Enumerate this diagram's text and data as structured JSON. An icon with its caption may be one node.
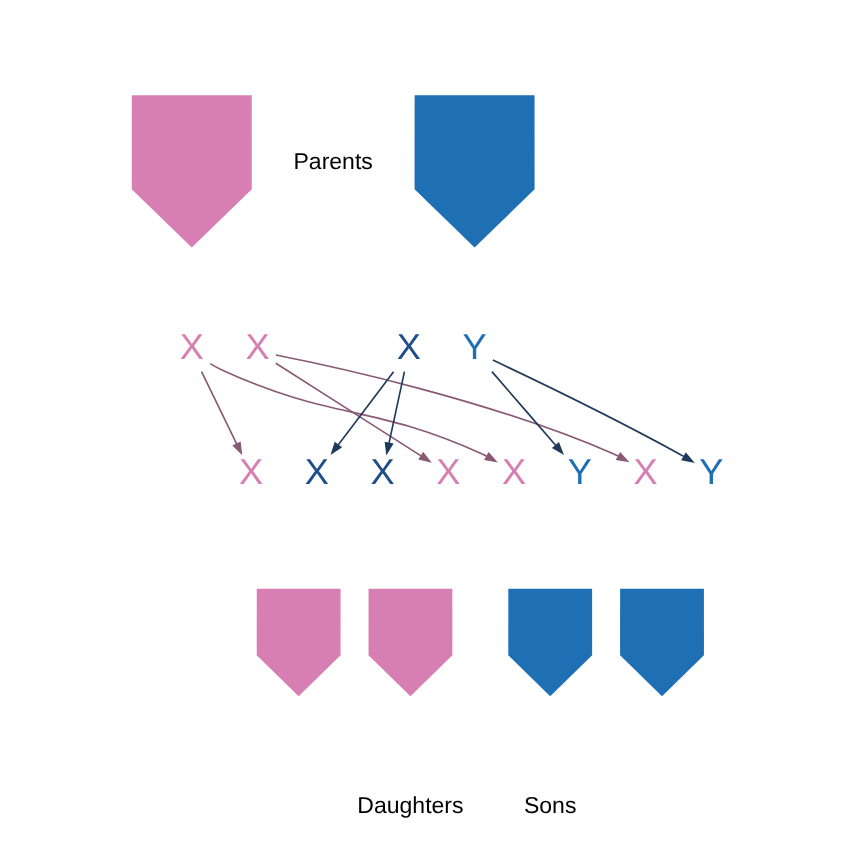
{
  "diagram": {
    "nodes": [
      {
        "text": [],
        "shape": "person"
      },
      {
        "text": [],
        "shape": "person"
      },
      {
        "text": [
          "X"
        ]
      },
      {
        "text": [
          "X"
        ]
      },
      {
        "text": [
          "X"
        ]
      },
      {
        "text": [
          "Y"
        ]
      },
      {
        "text": [
          "X"
        ]
      },
      {
        "text": [
          "X"
        ]
      },
      {
        "text": [
          "X"
        ]
      },
      {
        "text": [
          "X"
        ]
      },
      {
        "text": [
          "X"
        ]
      },
      {
        "text": [
          "Y"
        ]
      },
      {
        "text": [
          "X"
        ]
      },
      {
        "text": [
          "Y"
        ]
      },
      {
        "text": [],
        "shape": "person"
      },
      {
        "text": [],
        "shape": "person"
      },
      {
        "text": [],
        "shape": "person"
      },
      {
        "text": [],
        "shape": "person"
      }
    ],
    "edges": [
      {
        "from": 2,
        "to": 6,
        "arrow": "to",
        "color": "#8a5a74"
      },
      {
        "from": 2,
        "to": 10,
        "arrow": "to",
        "color": "#8a5a74"
      },
      {
        "from": 3,
        "to": 9,
        "arrow": "to",
        "color": "#8a5a74"
      },
      {
        "from": 3,
        "to": 12,
        "arrow": "to",
        "color": "#8a5a74"
      },
      {
        "from": 4,
        "to": 7,
        "arrow": "to",
        "color": "#1f3b5a"
      },
      {
        "from": 4,
        "to": 8,
        "arrow": "to",
        "color": "#1f3b5a"
      },
      {
        "from": 5,
        "to": 11,
        "arrow": "to",
        "color": "#1f3b5a"
      },
      {
        "from": 5,
        "to": 13,
        "arrow": "to",
        "color": "#1f3b5a"
      }
    ],
    "labels": [
      "Parents",
      "Daughters",
      "Sons"
    ]
  }
}
